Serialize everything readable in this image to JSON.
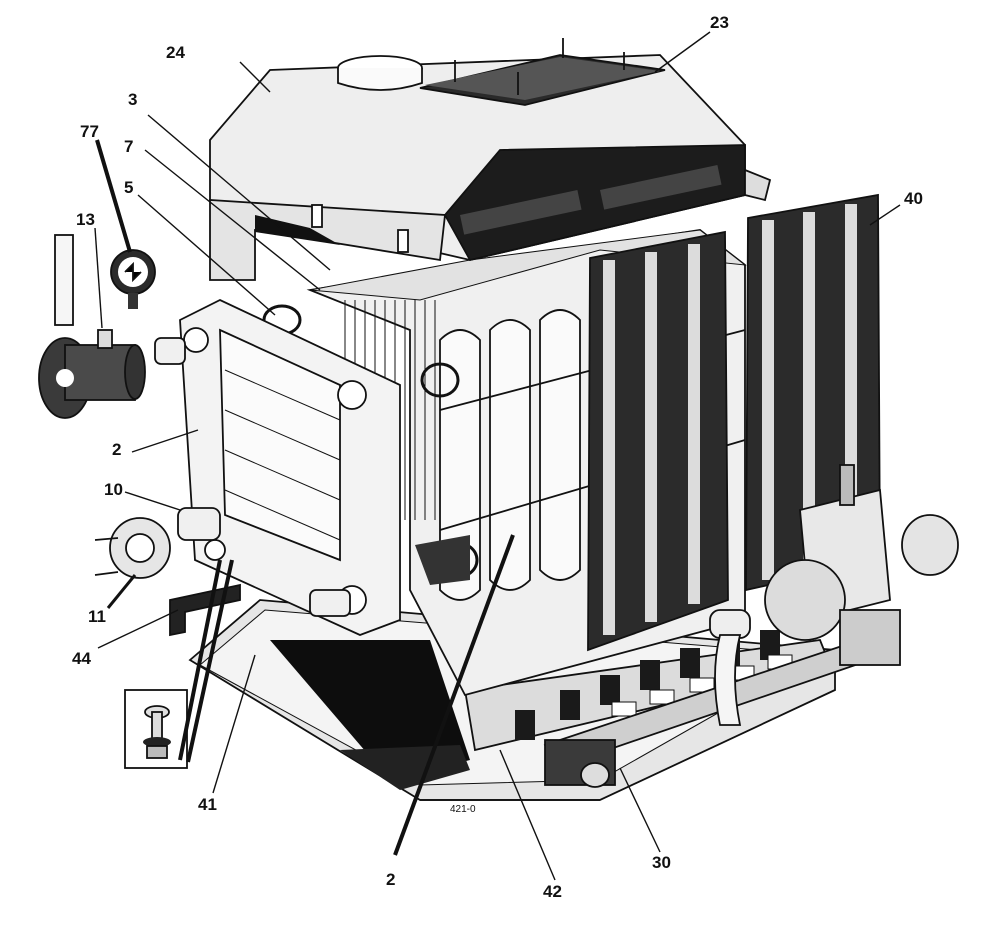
{
  "drawing_code": "421-0",
  "callouts": [
    {
      "id": "c24",
      "label": "24"
    },
    {
      "id": "c23",
      "label": "23"
    },
    {
      "id": "c3",
      "label": "3"
    },
    {
      "id": "c77",
      "label": "77"
    },
    {
      "id": "c7",
      "label": "7"
    },
    {
      "id": "c5",
      "label": "5"
    },
    {
      "id": "c13",
      "label": "13"
    },
    {
      "id": "c40",
      "label": "40"
    },
    {
      "id": "c2a",
      "label": "2"
    },
    {
      "id": "c10",
      "label": "10"
    },
    {
      "id": "c11",
      "label": "11"
    },
    {
      "id": "c44",
      "label": "44"
    },
    {
      "id": "c41",
      "label": "41"
    },
    {
      "id": "c2b",
      "label": "2"
    },
    {
      "id": "c42",
      "label": "42"
    },
    {
      "id": "c30",
      "label": "30"
    }
  ]
}
